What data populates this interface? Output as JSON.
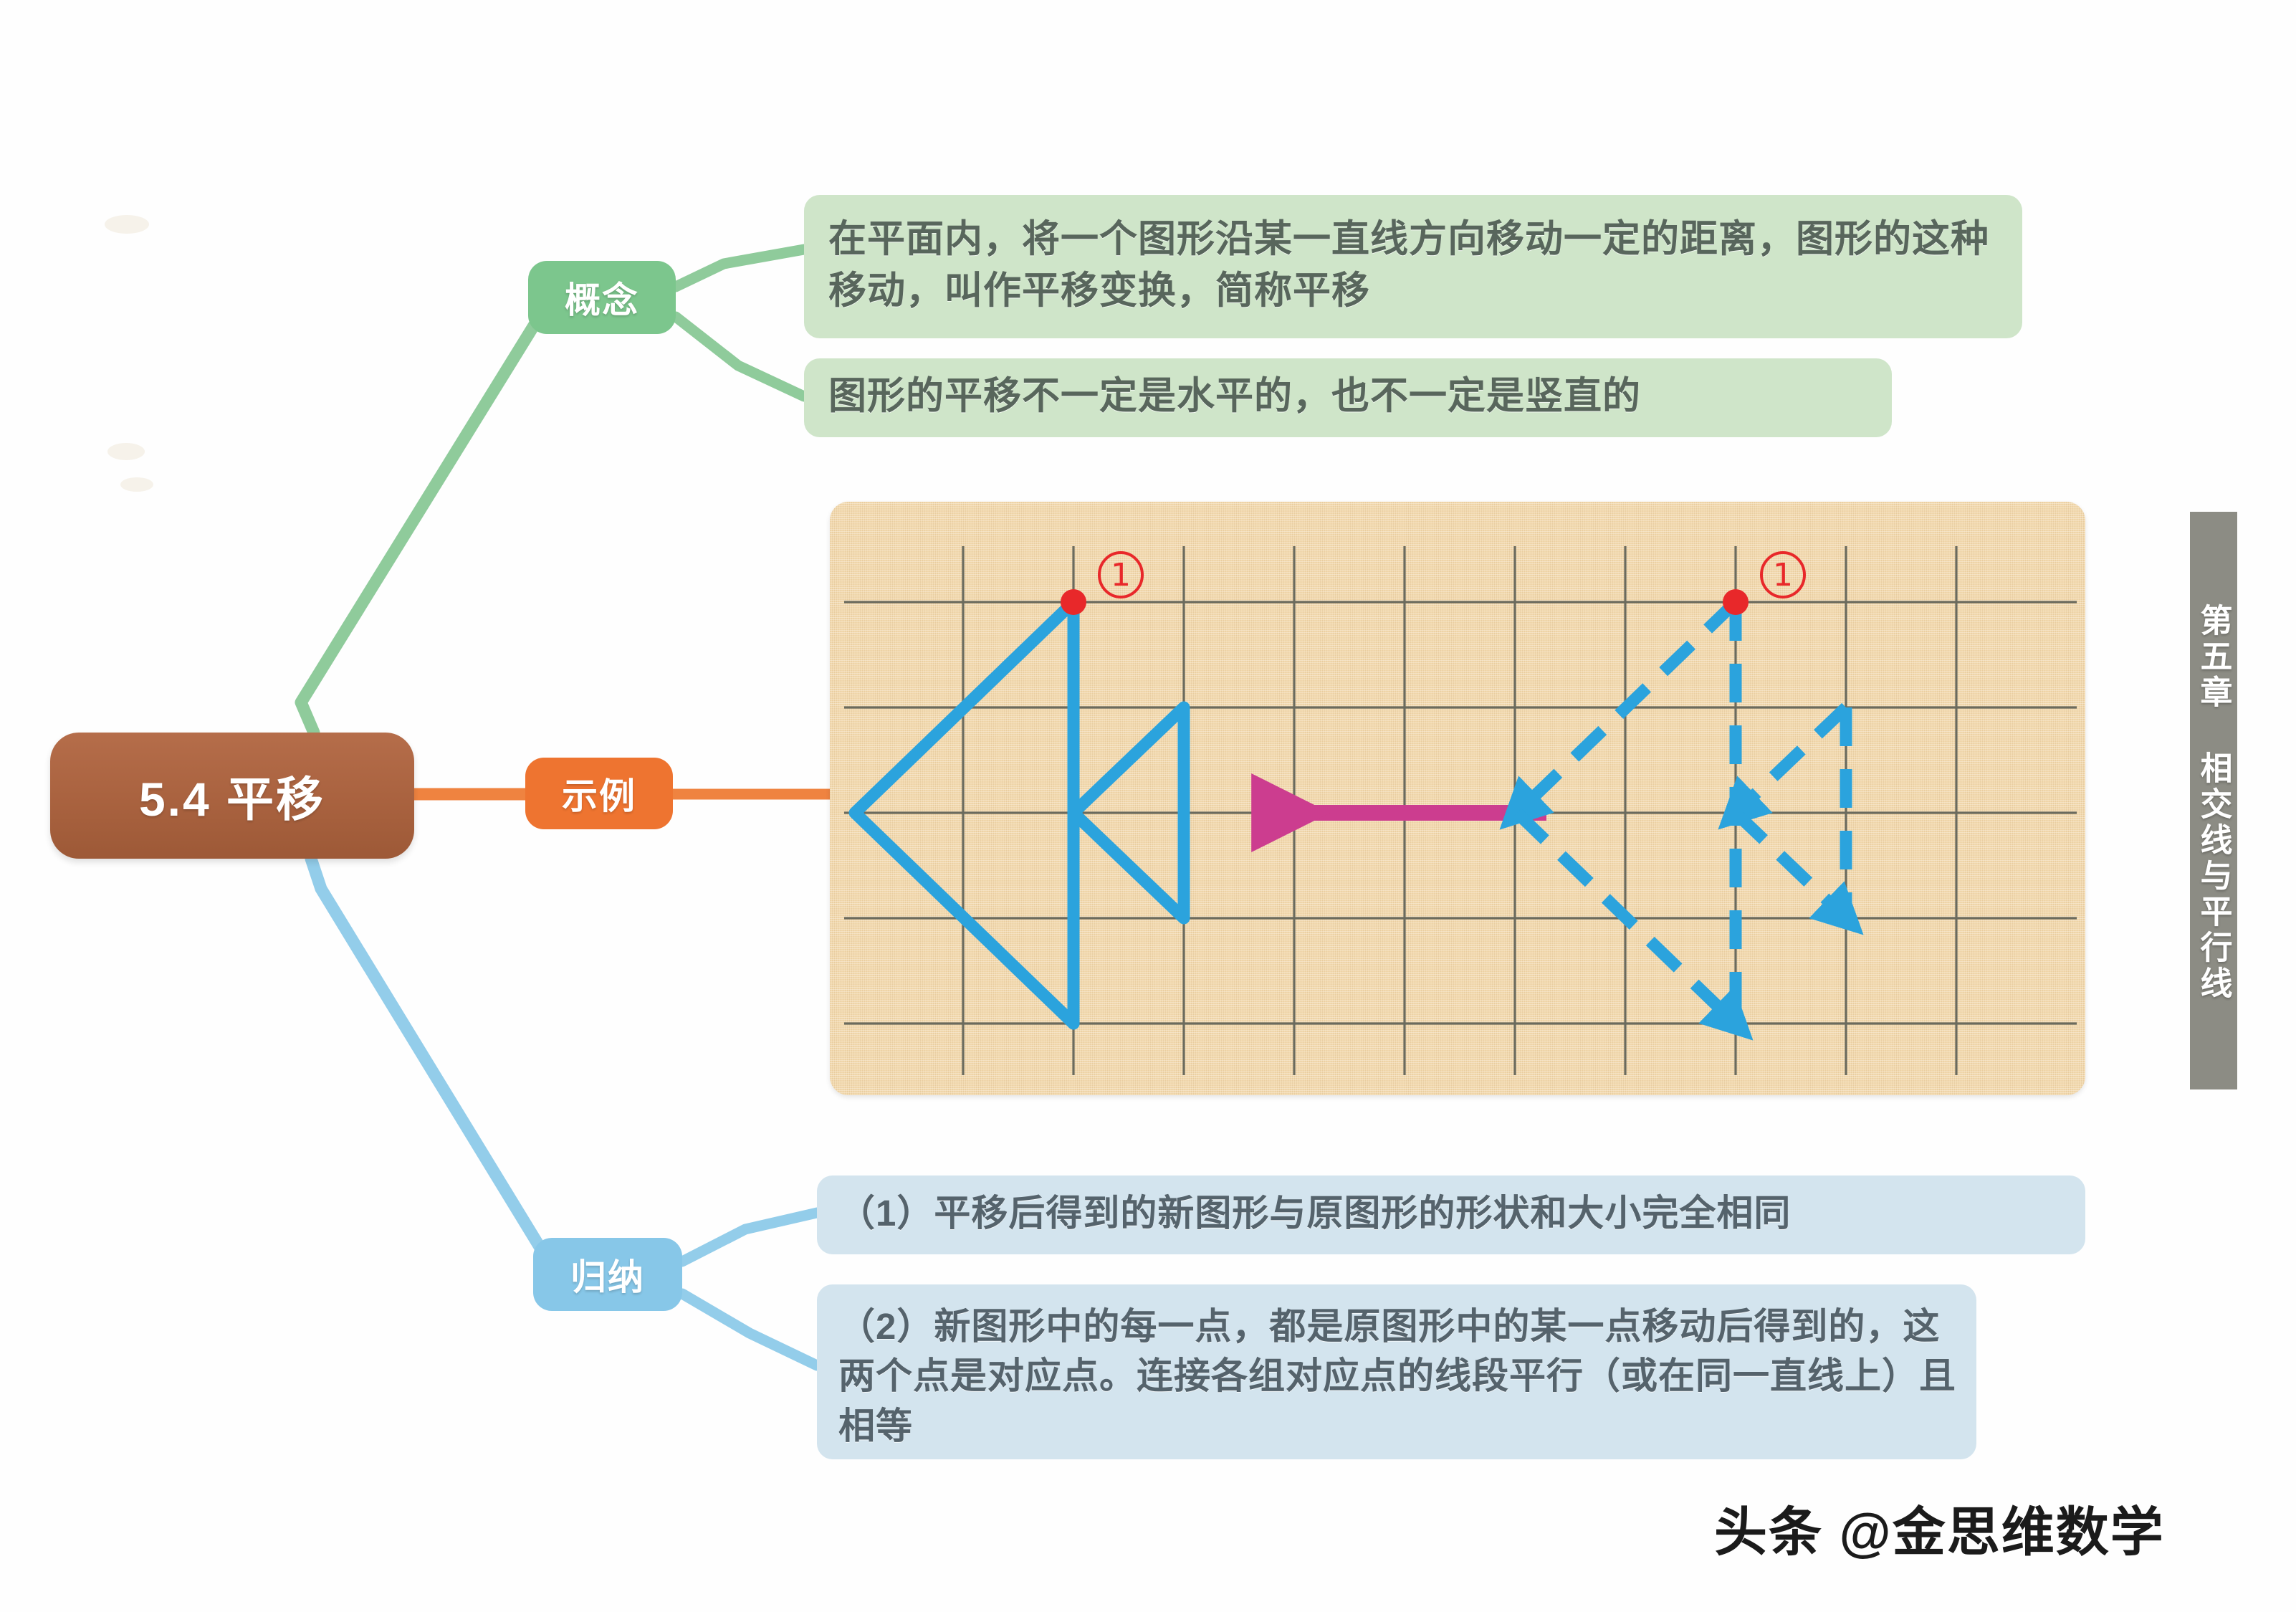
{
  "root": {
    "label": "5.4 平移",
    "color": "#a9623f"
  },
  "branches": [
    {
      "key": "concept",
      "label": "概念",
      "color": "#7cc68d",
      "cards": [
        "在平面内，将一个图形沿某一直线方向移动一定的距离，图形的这种移动，叫作平移变换，简称平移",
        "图形的平移不一定是水平的，也不一定是竖直的"
      ]
    },
    {
      "key": "example",
      "label": "示例",
      "color": "#ee7430",
      "cards": []
    },
    {
      "key": "summary",
      "label": "归纳",
      "color": "#87c7e8",
      "cards": [
        "（1）平移后得到的新图形与原图形的形状和大小完全相同",
        "（2）新图形中的每一点，都是原图形中的某一点移动后得到的，这两个点是对应点。连接各组对应点的线段平行（或在同一直线上）且相等"
      ]
    }
  ],
  "example_panel": {
    "background": "#f2d9ae",
    "grid_color": "#6b6b5e",
    "figure_color": "#2ba3dd",
    "point_color": "#e8282a",
    "arrow_color": "#cc3d8f",
    "marker_label_original": "①",
    "marker_label_image": "①",
    "original_style": "solid",
    "translated_style": "dashed",
    "arrow_direction": "left",
    "grid_cols": 10,
    "grid_rows": 5
  },
  "chapter_tab": {
    "label": "第五章 相交线与平行线",
    "color": "#8c8c84"
  },
  "watermark": {
    "text": "头条 @金思维数学"
  }
}
